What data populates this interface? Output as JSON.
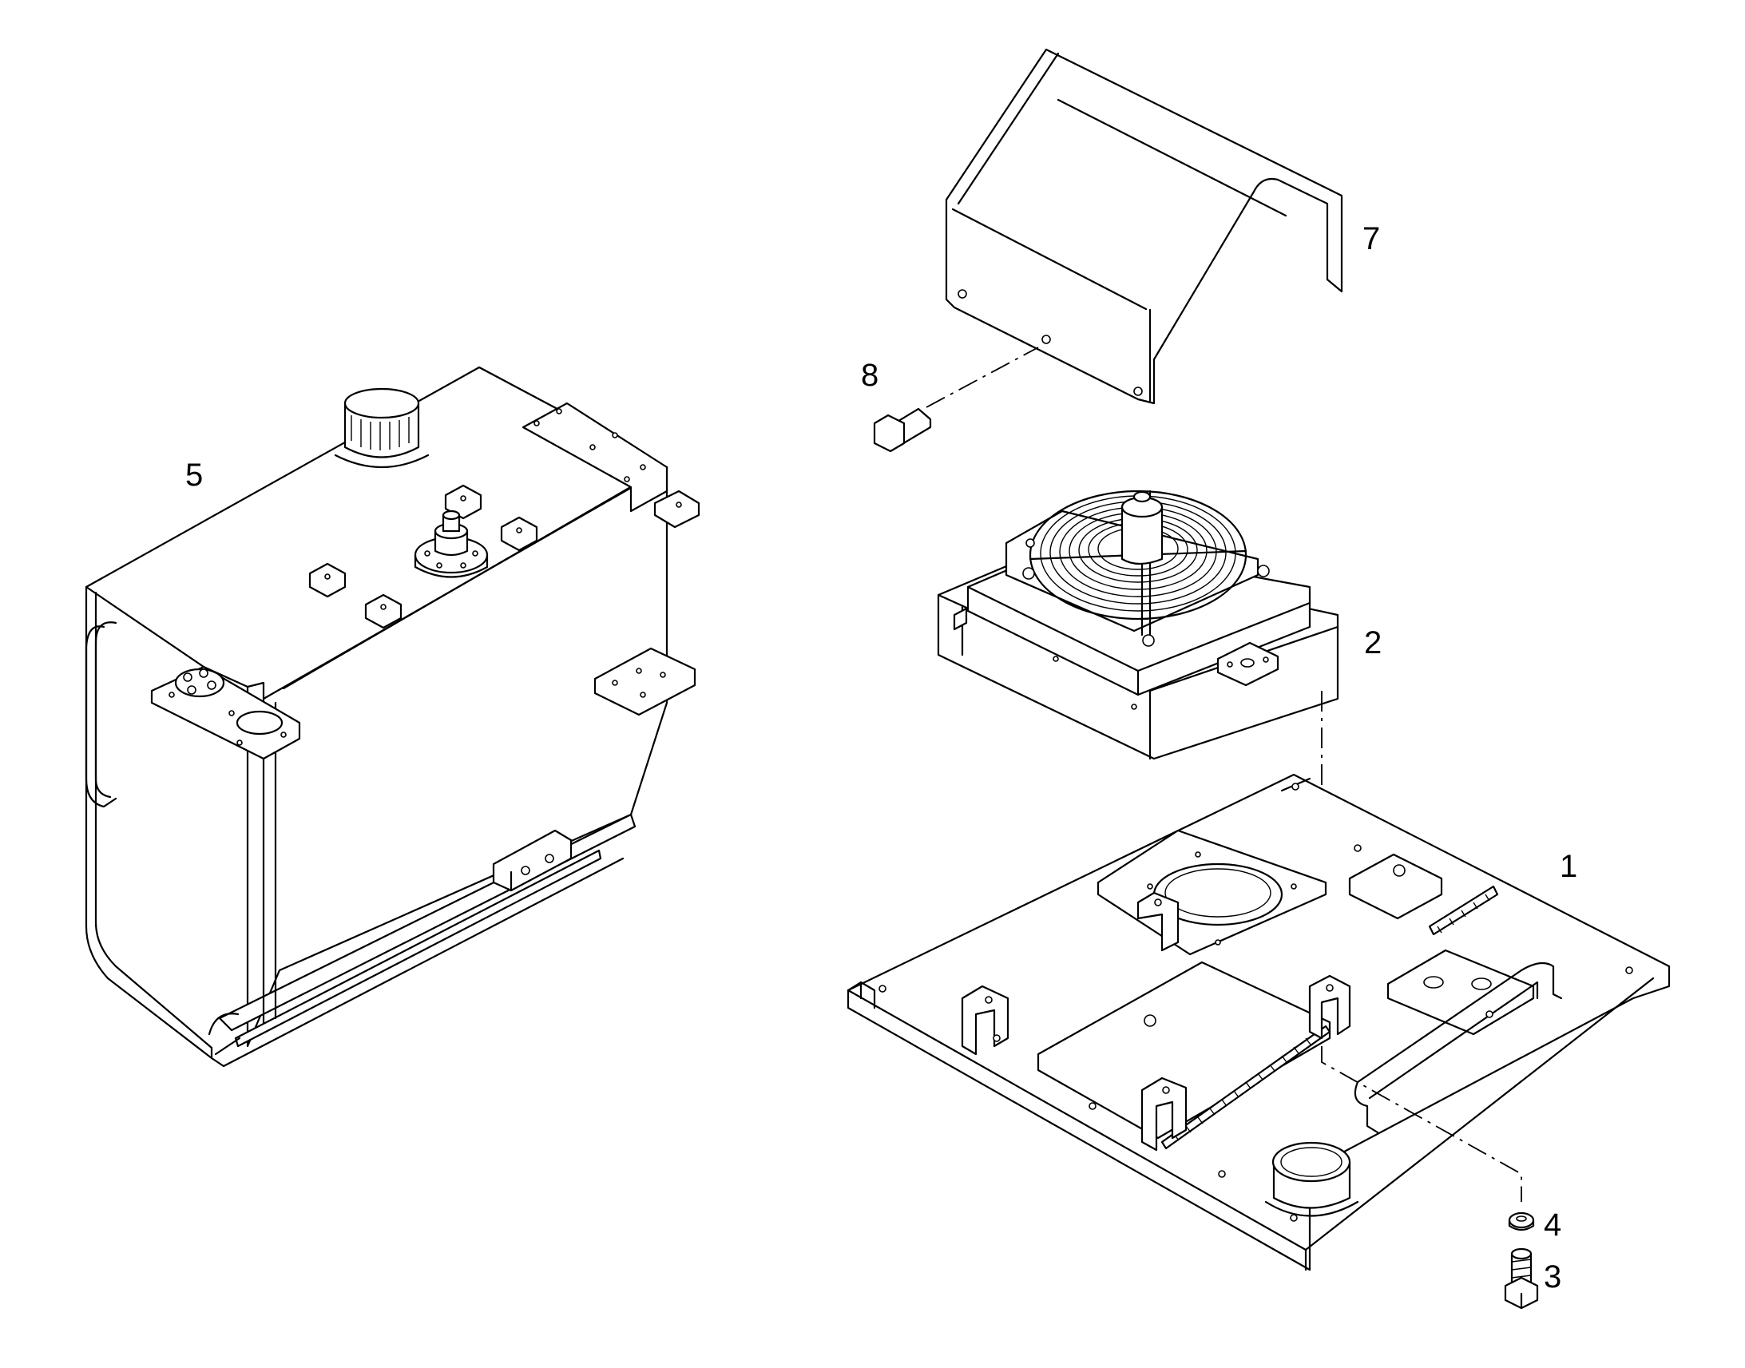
{
  "callouts": {
    "c1": "1",
    "c2": "2",
    "c3": "3",
    "c4": "4",
    "c5": "5",
    "c7": "7",
    "c8": "8"
  },
  "colors": {
    "line": "#000000",
    "background": "#ffffff"
  }
}
